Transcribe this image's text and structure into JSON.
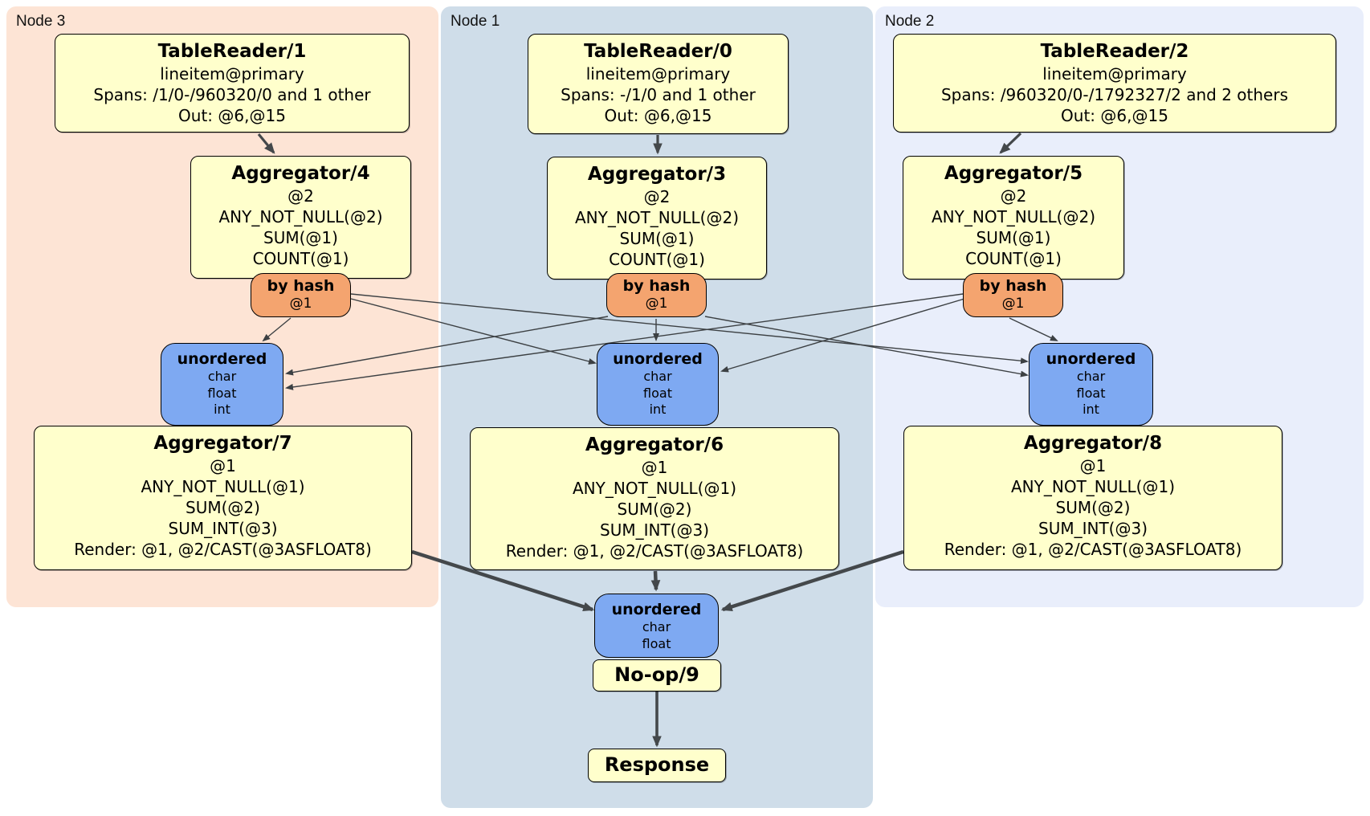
{
  "diagram": {
    "groups": [
      {
        "label": "Node 3"
      },
      {
        "label": "Node 1"
      },
      {
        "label": "Node 2"
      }
    ],
    "boxes": {
      "tr1": {
        "title": "TableReader/1",
        "lines": [
          "lineitem@primary",
          "Spans: /1/0-/960320/0 and 1 other",
          "Out: @6,@15"
        ]
      },
      "tr0": {
        "title": "TableReader/0",
        "lines": [
          "lineitem@primary",
          "Spans: -/1/0 and 1 other",
          "Out: @6,@15"
        ]
      },
      "tr2": {
        "title": "TableReader/2",
        "lines": [
          "lineitem@primary",
          "Spans: /960320/0-/1792327/2 and 2 others",
          "Out: @6,@15"
        ]
      },
      "agg4": {
        "title": "Aggregator/4",
        "lines": [
          "@2",
          "ANY_NOT_NULL(@2)",
          "SUM(@1)",
          "COUNT(@1)"
        ]
      },
      "agg3": {
        "title": "Aggregator/3",
        "lines": [
          "@2",
          "ANY_NOT_NULL(@2)",
          "SUM(@1)",
          "COUNT(@1)"
        ]
      },
      "agg5": {
        "title": "Aggregator/5",
        "lines": [
          "@2",
          "ANY_NOT_NULL(@2)",
          "SUM(@1)",
          "COUNT(@1)"
        ]
      },
      "hashL": {
        "title": "by hash",
        "lines": [
          "@1"
        ]
      },
      "hashC": {
        "title": "by hash",
        "lines": [
          "@1"
        ]
      },
      "hashR": {
        "title": "by hash",
        "lines": [
          "@1"
        ]
      },
      "syncL": {
        "title": "unordered",
        "lines": [
          "char",
          "float",
          "int"
        ]
      },
      "syncC": {
        "title": "unordered",
        "lines": [
          "char",
          "float",
          "int"
        ]
      },
      "syncR": {
        "title": "unordered",
        "lines": [
          "char",
          "float",
          "int"
        ]
      },
      "agg7": {
        "title": "Aggregator/7",
        "lines": [
          "@1",
          "ANY_NOT_NULL(@1)",
          "SUM(@2)",
          "SUM_INT(@3)",
          "Render: @1, @2/CAST(@3ASFLOAT8)"
        ]
      },
      "agg6": {
        "title": "Aggregator/6",
        "lines": [
          "@1",
          "ANY_NOT_NULL(@1)",
          "SUM(@2)",
          "SUM_INT(@3)",
          "Render: @1, @2/CAST(@3ASFLOAT8)"
        ]
      },
      "agg8": {
        "title": "Aggregator/8",
        "lines": [
          "@1",
          "ANY_NOT_NULL(@1)",
          "SUM(@2)",
          "SUM_INT(@3)",
          "Render: @1, @2/CAST(@3ASFLOAT8)"
        ]
      },
      "syncFinal": {
        "title": "unordered",
        "lines": [
          "char",
          "float"
        ]
      },
      "noop": {
        "title": "No-op/9"
      },
      "response": {
        "title": "Response"
      }
    },
    "colors": {
      "node3_bg": "#fde4d5",
      "node1_bg": "#cfdde9",
      "node2_bg": "#e9eefb",
      "processor_bg": "#ffffcc",
      "router_bg": "#f4a46f",
      "sync_bg": "#7ea9f2",
      "edge": "#44484b"
    }
  }
}
